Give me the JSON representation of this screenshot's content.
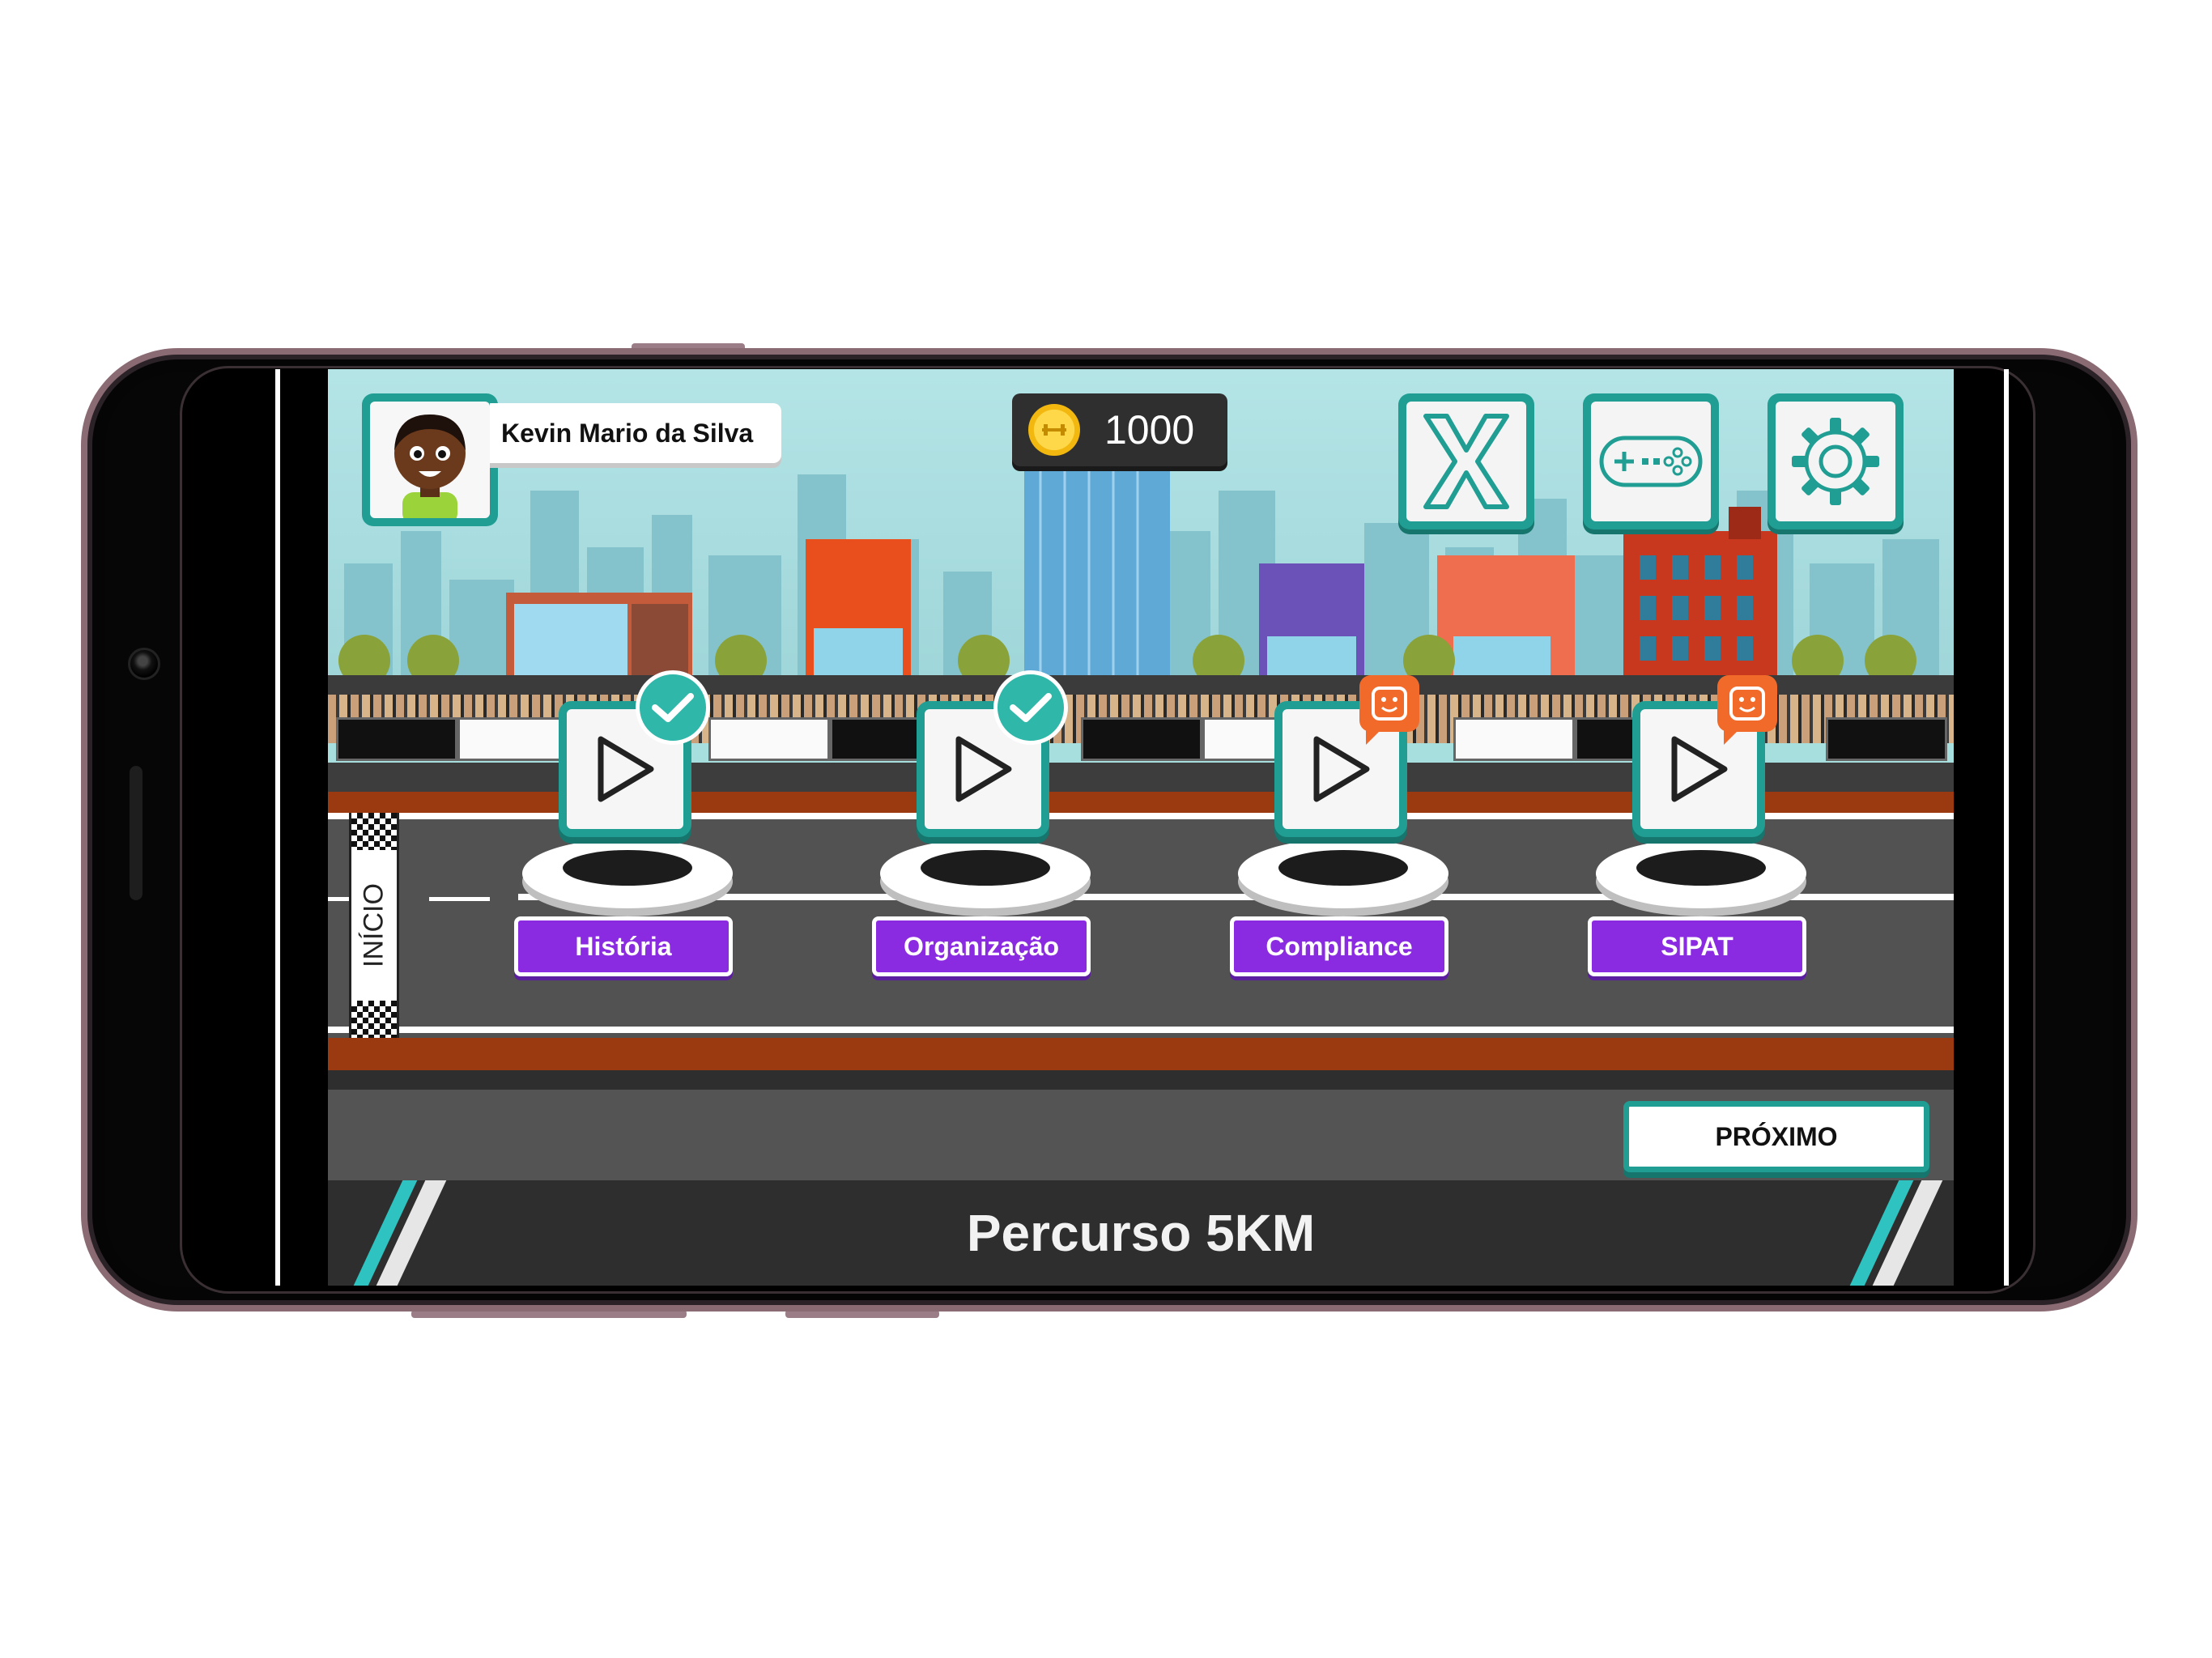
{
  "user": {
    "name": "Kevin Mario da Silva"
  },
  "hud": {
    "coins": "1000"
  },
  "track": {
    "start_label": "INÍCIO",
    "title": "Percurso 5KM"
  },
  "stations": [
    {
      "label": "História",
      "status": "completed"
    },
    {
      "label": "Organização",
      "status": "completed"
    },
    {
      "label": "Compliance",
      "status": "pending"
    },
    {
      "label": "SIPAT",
      "status": "pending"
    }
  ],
  "buttons": {
    "next_label": "PRÓXIMO"
  },
  "icons": {
    "close": "close-icon",
    "game": "gamepad-icon",
    "settings": "gear-icon",
    "coin": "coin-icon",
    "play": "play-icon",
    "done": "check-icon",
    "pending": "chat-icon"
  },
  "colors": {
    "teal": "#209e93",
    "purple": "#8a2be2",
    "orange": "#f26a2a",
    "road": "#525252",
    "curb": "#9b3a10"
  }
}
